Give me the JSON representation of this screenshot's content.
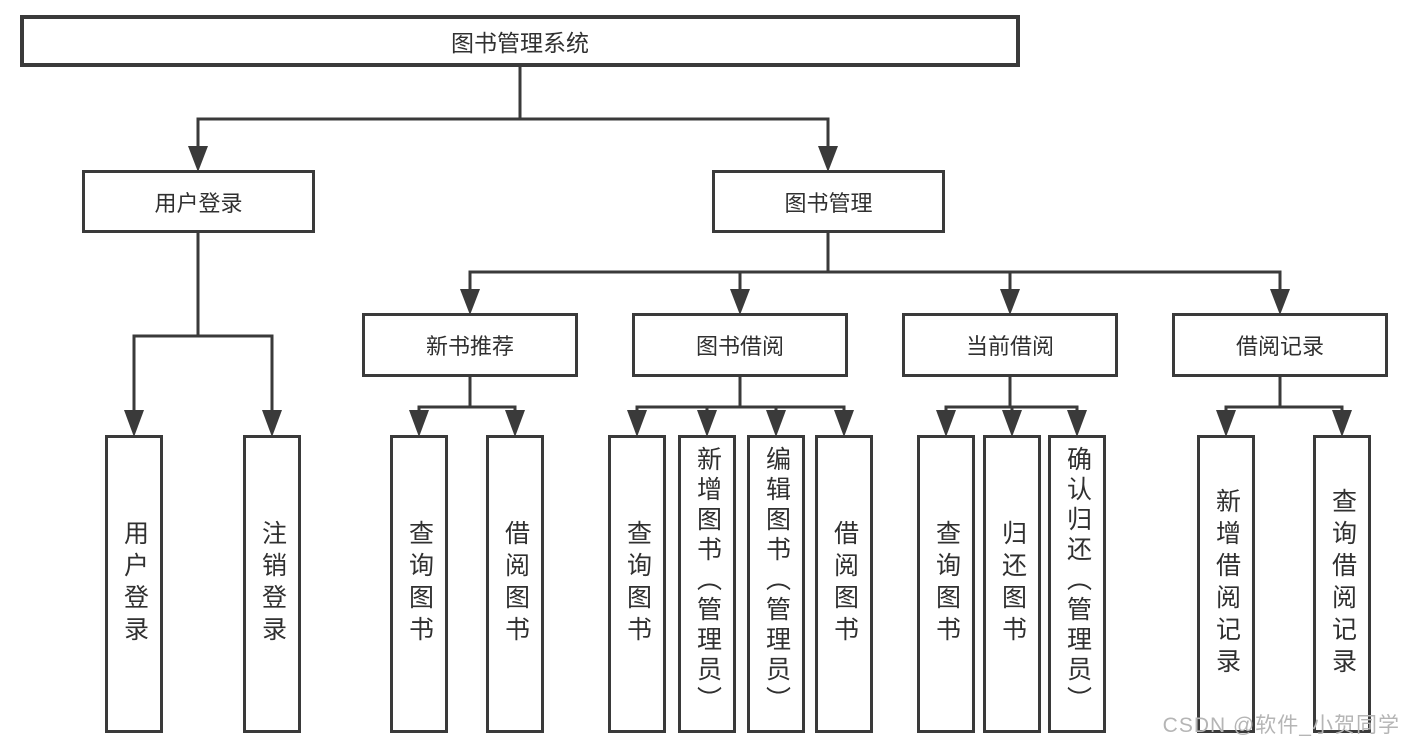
{
  "diagram": {
    "root": {
      "label": "图书管理系统"
    },
    "branches": {
      "user_login": {
        "label": "用户登录",
        "leaves": [
          "用户登录",
          "注销登录"
        ]
      },
      "book_mgmt": {
        "label": "图书管理",
        "sections": [
          {
            "label": "新书推荐",
            "leaves": [
              "查询图书",
              "借阅图书"
            ]
          },
          {
            "label": "图书借阅",
            "leaves": [
              "查询图书",
              "新增图书（管理员）",
              "编辑图书（管理员）",
              "借阅图书"
            ]
          },
          {
            "label": "当前借阅",
            "leaves": [
              "查询图书",
              "归还图书",
              "确认归还（管理员）"
            ]
          },
          {
            "label": "借阅记录",
            "leaves": [
              "新增借阅记录",
              "查询借阅记录"
            ]
          }
        ]
      }
    }
  },
  "watermark": "CSDN @软件_小贺同学",
  "colors": {
    "line": "#3a3a3a",
    "text": "#303030",
    "box_bg": "#ffffff",
    "watermark": "#b5b5b5"
  }
}
